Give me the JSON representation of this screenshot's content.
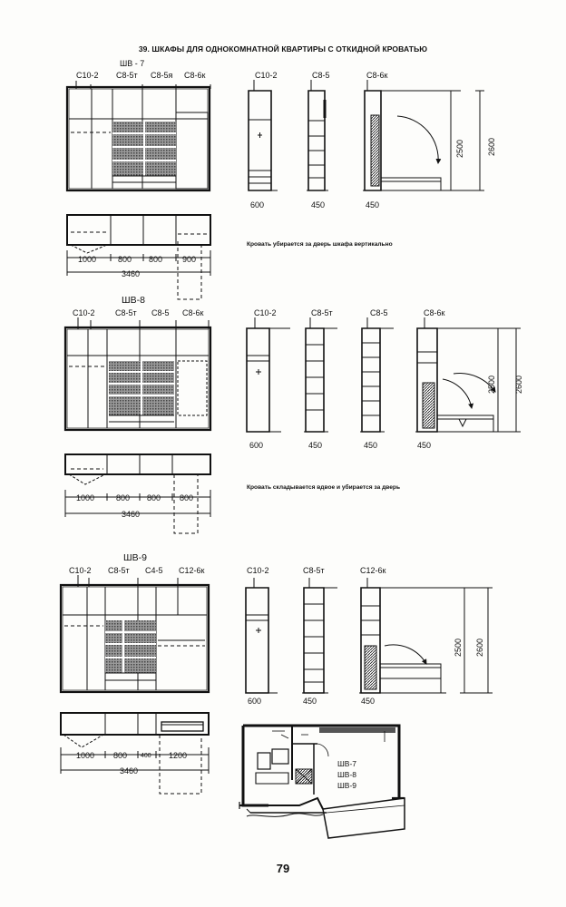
{
  "page": {
    "heading": "39. ШКАФЫ ДЛЯ ОДНОКОМНАТНОЙ КВАРТИРЫ С ОТКИДНОЙ КРОВАТЬЮ",
    "page_number": "79"
  },
  "variant_1": {
    "title": "ШВ - 7",
    "front_labels": [
      "С10-2",
      "С8-5т",
      "С8-5я",
      "С8-6к"
    ],
    "plan_dims": [
      "1000",
      "800",
      "800",
      "900"
    ],
    "plan_total": "3460",
    "section_labels": [
      "С10-2",
      "С8-5",
      "С8-6к"
    ],
    "section_dims": [
      "600",
      "450",
      "450"
    ],
    "height_dims": [
      "2500",
      "2600"
    ],
    "caption": "Кровать убирается за дверь  шкафа вертикально"
  },
  "variant_2": {
    "title": "ШВ-8",
    "front_labels": [
      "С10-2",
      "С8-5т",
      "С8-5",
      "С8-6к"
    ],
    "plan_dims": [
      "1000",
      "800",
      "800",
      "800"
    ],
    "plan_total": "3460",
    "section_labels": [
      "С10-2",
      "С8-5т",
      "С8-5",
      "С8-6к"
    ],
    "section_dims": [
      "600",
      "450",
      "450",
      "450"
    ],
    "height_dims": [
      "2500",
      "2600"
    ],
    "caption": "Кровать складывается вдвое и убирается за дверь"
  },
  "variant_3": {
    "title": "ШВ-9",
    "front_labels": [
      "С10-2",
      "С8-5т",
      "С4-5",
      "С12-6к"
    ],
    "plan_dims": [
      "1000",
      "800",
      "400",
      "1200"
    ],
    "plan_total": "3460",
    "section_labels": [
      "С10-2",
      "С8-5т",
      "С12-6к"
    ],
    "section_dims": [
      "600",
      "450",
      "450"
    ],
    "height_dims": [
      "2500",
      "2600"
    ]
  },
  "apartment_plan": {
    "legend": [
      "ШВ-7",
      "ШВ-8",
      "ШВ-9"
    ]
  }
}
